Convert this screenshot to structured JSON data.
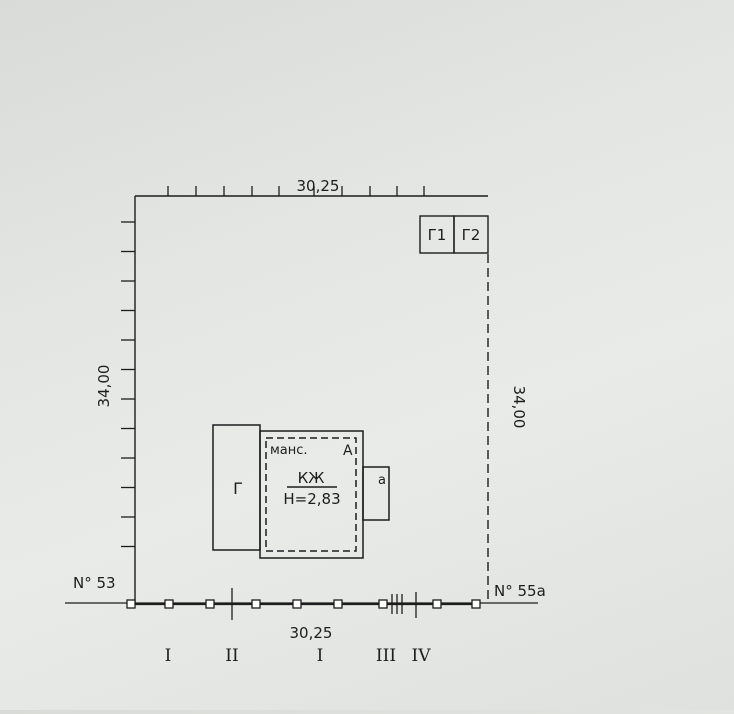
{
  "plot": {
    "top_dimension": "30,25",
    "bottom_dimension": "30,25",
    "left_dimension": "34,00",
    "right_dimension": "34,00"
  },
  "neighbors": {
    "left": "N° 53",
    "right": "N° 55а"
  },
  "outbuildings": {
    "g1": "Г1",
    "g2": "Г2"
  },
  "house": {
    "garage_label": "Г",
    "mansard_label": "манс.",
    "letter_label": "А",
    "type_label": "КЖ",
    "height_label": "Н=2,83",
    "porch_label": "а"
  },
  "fence_segments": [
    "I",
    "II",
    "I",
    "III",
    "IV"
  ],
  "colors": {
    "line": "#1d1d1d",
    "paper": "#e6e8e5"
  }
}
